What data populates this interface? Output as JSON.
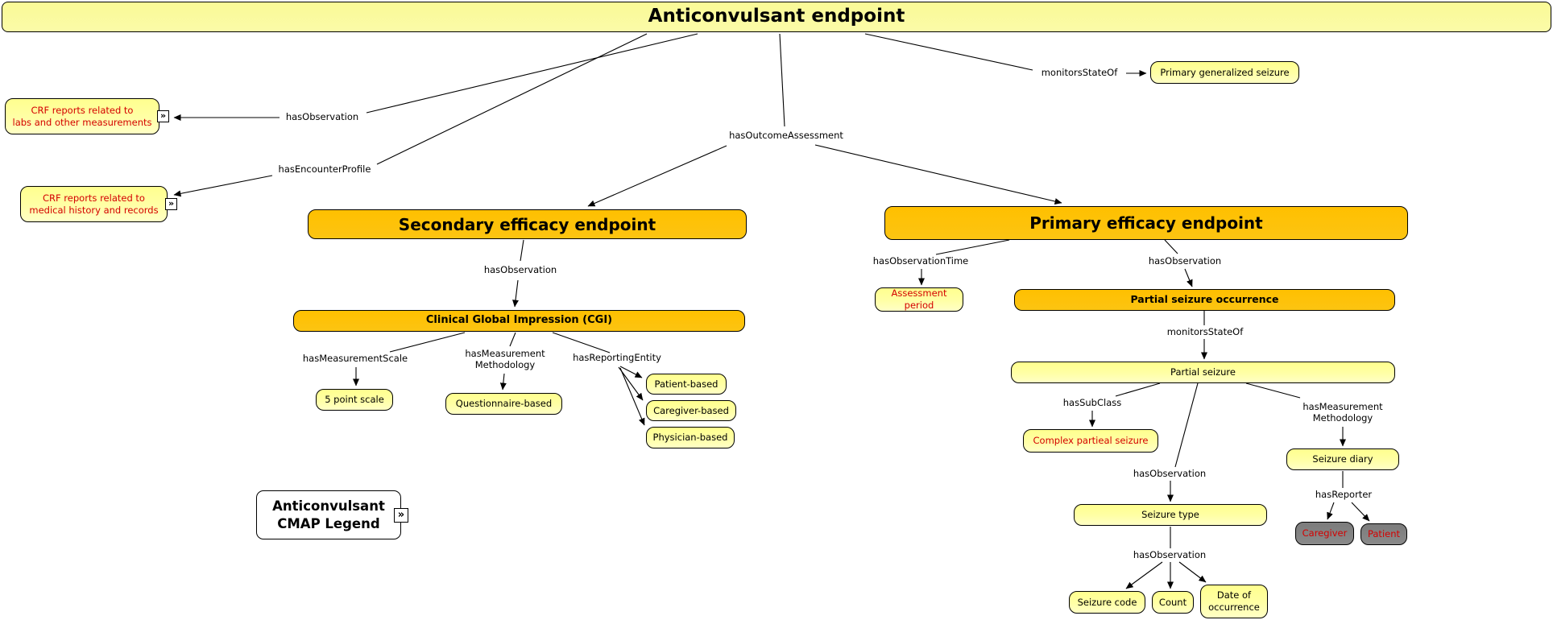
{
  "diagram": {
    "title": "Anticonvulsant endpoint",
    "expand_icon": "»",
    "colors": {
      "node_yellow": "#FFFF9C",
      "title_yellow": "#FAFA96",
      "bar_orange": "#FFC000",
      "red_text": "#D40000",
      "gray_node": "#808080",
      "edge_black": "#000000"
    },
    "nodes": {
      "crf_labs": {
        "label": "CRF reports related to\nlabs and other measurements"
      },
      "crf_medical": {
        "label": "CRF reports related to\nmedical history and records"
      },
      "primary_generalized_seizure": {
        "label": "Primary generalized seizure"
      },
      "secondary_endpoint": {
        "label": "Secondary efficacy endpoint"
      },
      "cgi": {
        "label": "Clinical Global Impression (CGI)"
      },
      "five_point_scale": {
        "label": "5 point scale"
      },
      "questionnaire_based": {
        "label": "Questionnaire-based"
      },
      "patient_based": {
        "label": "Patient-based"
      },
      "caregiver_based": {
        "label": "Caregiver-based"
      },
      "physician_based": {
        "label": "Physician-based"
      },
      "legend": {
        "label": "Anticonvulsant\nCMAP Legend"
      },
      "primary_endpoint": {
        "label": "Primary efficacy endpoint"
      },
      "assessment_period": {
        "label": "Assessment period"
      },
      "partial_seizure_occurrence": {
        "label": "Partial seizure occurrence"
      },
      "partial_seizure": {
        "label": "Partial seizure"
      },
      "complex_partial_seizure": {
        "label": "Complex partieal seizure"
      },
      "seizure_type": {
        "label": "Seizure type"
      },
      "seizure_code": {
        "label": "Seizure code"
      },
      "count": {
        "label": "Count"
      },
      "date_of_occurrence": {
        "label": "Date of\noccurrence"
      },
      "seizure_diary": {
        "label": "Seizure diary"
      },
      "caregiver": {
        "label": "Caregiver"
      },
      "patient": {
        "label": "Patient"
      }
    },
    "edge_labels": {
      "has_observation_title": "hasObservation",
      "has_encounter_profile": "hasEncounterProfile",
      "has_outcome_assessment": "hasOutcomeAssessment",
      "monitors_state_of_title": "monitorsStateOf",
      "has_observation_secondary": "hasObservation",
      "has_measurement_scale": "hasMeasurementScale",
      "has_measurement_methodology_left": "hasMeasurement\nMethodology",
      "has_reporting_entity": "hasReportingEntity",
      "has_observation_time": "hasObservationTime",
      "has_observation_primary": "hasObservation",
      "monitors_state_of_mid": "monitorsStateOf",
      "has_sub_class": "hasSubClass",
      "has_observation_mid": "hasObservation",
      "has_observation_bottom": "hasObservation",
      "has_measurement_methodology_right": "hasMeasurement\nMethodology",
      "has_reporter": "hasReporter"
    }
  }
}
